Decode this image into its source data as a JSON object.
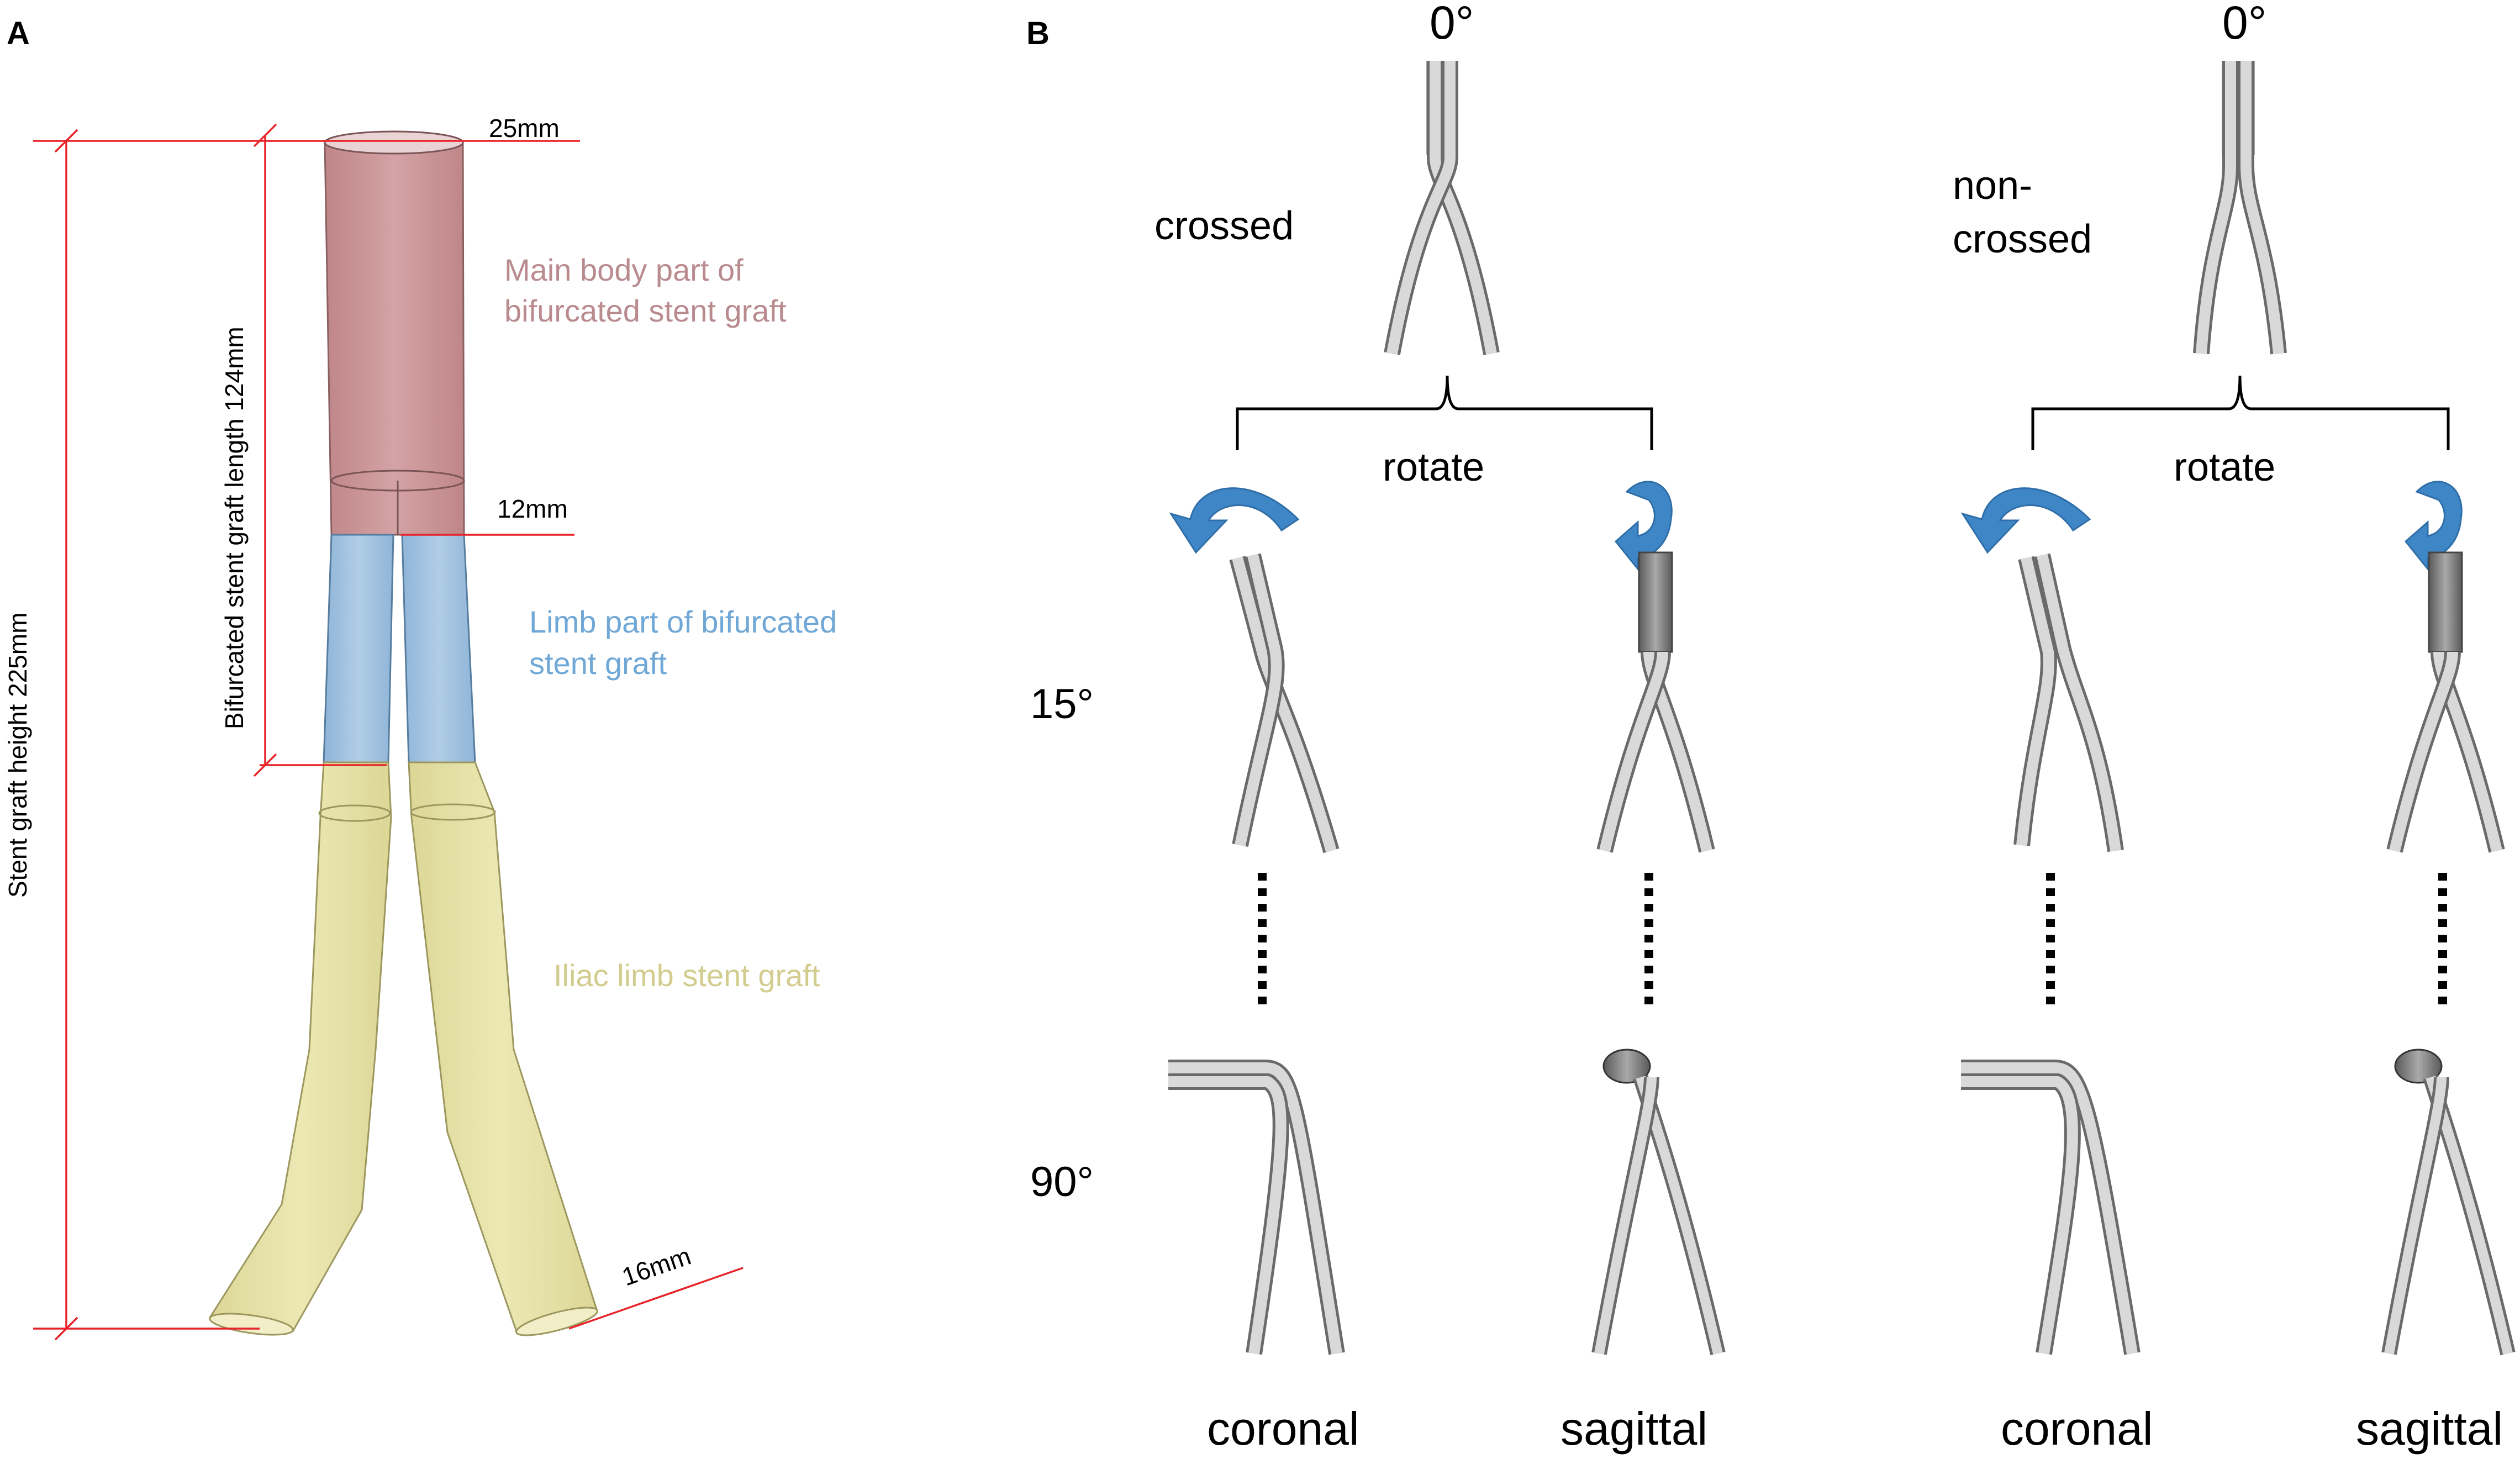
{
  "panel_a": {
    "letter": "A",
    "dimensions": {
      "top_diameter": "25mm",
      "limb_diameter": "12mm",
      "iliac_diameter": "16mm",
      "bifurcated_length": "Bifurcated stent graft length 124mm",
      "total_height": "Stent graft height 225mm"
    },
    "annotations": {
      "main_body_line1": "Main body part of",
      "main_body_line2": "bifurcated stent graft",
      "limb_line1": "Limb part of bifurcated",
      "limb_line2": "stent graft",
      "iliac": "Iliac limb stent graft"
    },
    "colors": {
      "main_body": "#c99496",
      "limb": "#9fbfdc",
      "iliac": "#e3df9f",
      "dimension_lines": "#e8242a"
    }
  },
  "panel_b": {
    "letter": "B",
    "groups": [
      {
        "top_angle": "0°",
        "type_line1": "crossed",
        "type_line2": "",
        "action": "rotate",
        "views": [
          "coronal",
          "sagittal"
        ]
      },
      {
        "top_angle": "0°",
        "type_line1": "non-",
        "type_line2": "crossed",
        "action": "rotate",
        "views": [
          "coronal",
          "sagittal"
        ]
      }
    ],
    "row_angles": [
      "15°",
      "90°"
    ],
    "colors": {
      "arrow": "#3f86c7",
      "tube": "#c8c8c8"
    }
  }
}
